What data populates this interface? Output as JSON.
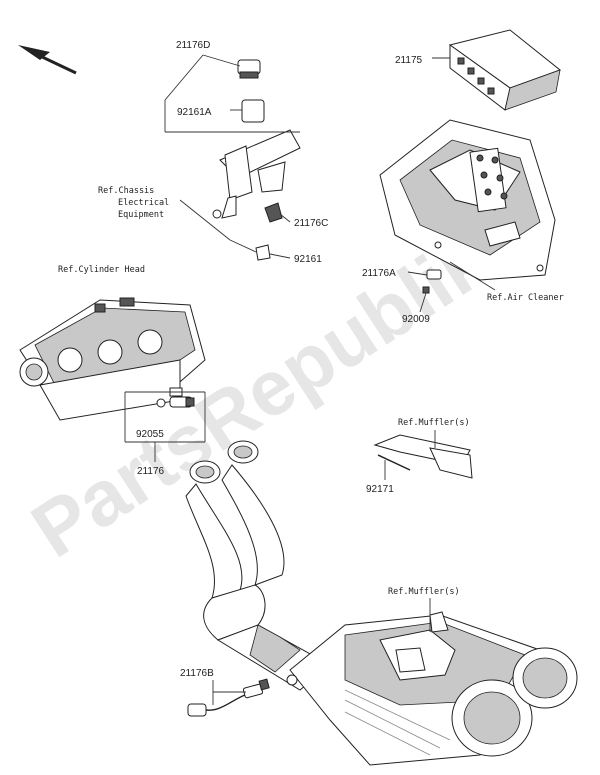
{
  "watermark": "PartsRepublik",
  "parts": {
    "p21176D": "21176D",
    "p92161A": "92161A",
    "p21175": "21175",
    "p21176C": "21176C",
    "p92161": "92161",
    "p21176A": "21176A",
    "p92009": "92009",
    "p92055": "92055",
    "p21176": "21176",
    "p92171": "92171",
    "p21176B": "21176B"
  },
  "refs": {
    "chassis_1": "Ref.Chassis",
    "chassis_2": "Electrical",
    "chassis_3": "Equipment",
    "cylinder_head": "Ref.Cylinder Head",
    "air_cleaner": "Ref.Air Cleaner",
    "muffler_1": "Ref.Muffler(s)",
    "muffler_2": "Ref.Muffler(s)"
  }
}
